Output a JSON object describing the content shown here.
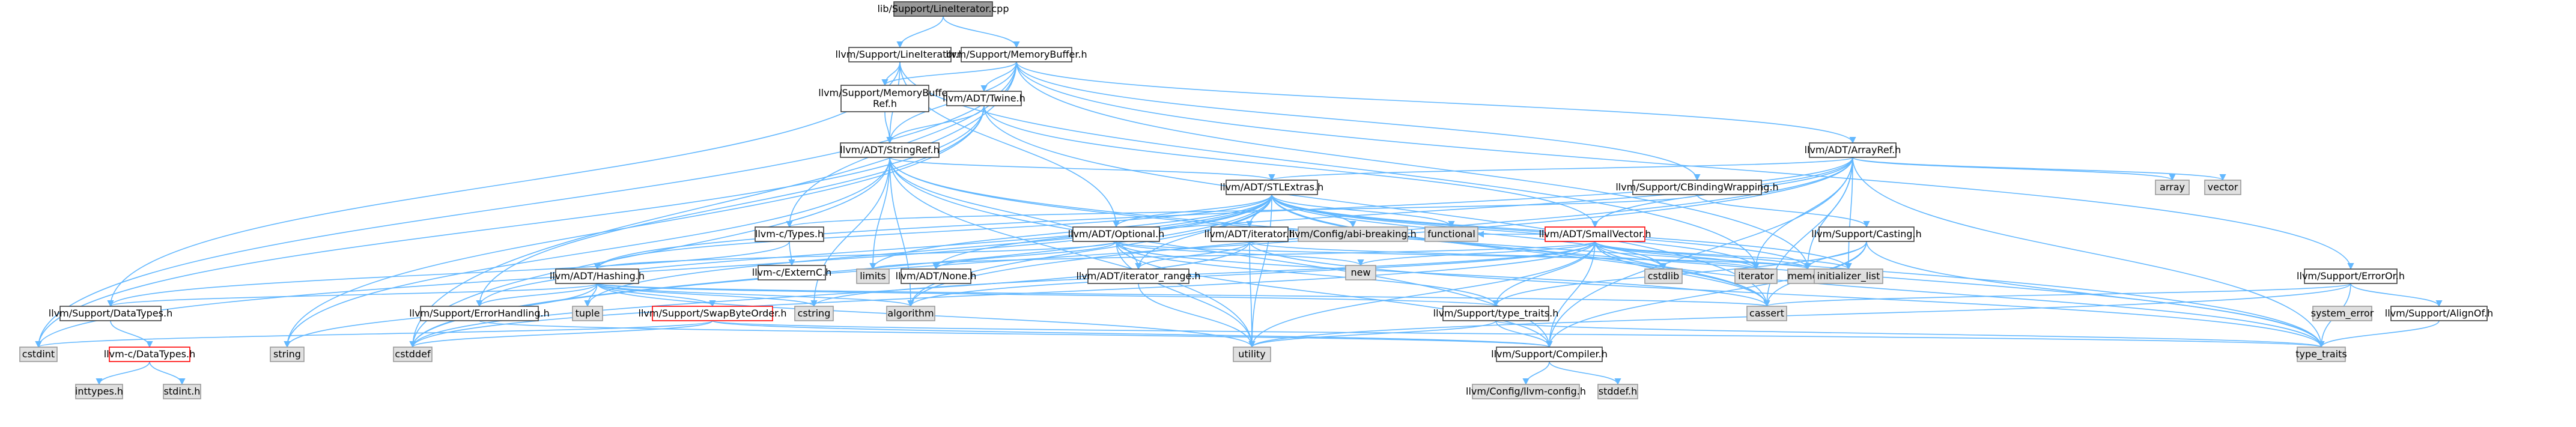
{
  "diagram": {
    "colors": {
      "edge": "#63b8ff",
      "arrowhead": "#63b8ff",
      "root_fill": "#999999",
      "default_fill": "#ffffff",
      "default_border": "#404040",
      "external_fill": "#e0e0e0",
      "external_border": "#999999",
      "error_fill": "#ffffff",
      "error_border": "#ff0000"
    },
    "nodes": [
      {
        "id": "root",
        "label": "lib/Support/LineIterator.cpp",
        "style": "root"
      },
      {
        "id": "lineiter",
        "label": "llvm/Support/LineIterator.h",
        "style": "default"
      },
      {
        "id": "membuf",
        "label": "llvm/Support/MemoryBuffer.h",
        "style": "default"
      },
      {
        "id": "membufref",
        "label": "llvm/Support/MemoryBuffer Ref.h",
        "style": "default"
      },
      {
        "id": "twine",
        "label": "llvm/ADT/Twine.h",
        "style": "default"
      },
      {
        "id": "stringref",
        "label": "llvm/ADT/StringRef.h",
        "style": "default"
      },
      {
        "id": "arrayref",
        "label": "llvm/ADT/ArrayRef.h",
        "style": "default"
      },
      {
        "id": "stlextras",
        "label": "llvm/ADT/STLExtras.h",
        "style": "default"
      },
      {
        "id": "cbinding",
        "label": "llvm/Support/CBindingWrapping.h",
        "style": "default"
      },
      {
        "id": "smallvec",
        "label": "llvm/ADT/SmallVector.h",
        "style": "error"
      },
      {
        "id": "ctypes",
        "label": "llvm-c/Types.h",
        "style": "default"
      },
      {
        "id": "optional",
        "label": "llvm/ADT/Optional.h",
        "style": "default"
      },
      {
        "id": "iteratorh",
        "label": "llvm/ADT/iterator.h",
        "style": "default"
      },
      {
        "id": "abibreak",
        "label": "llvm/Config/abi-breaking.h",
        "style": "external"
      },
      {
        "id": "functional",
        "label": "functional",
        "style": "external"
      },
      {
        "id": "casting",
        "label": "llvm/Support/Casting.h",
        "style": "default"
      },
      {
        "id": "externc",
        "label": "llvm-c/ExternC.h",
        "style": "default"
      },
      {
        "id": "hashing",
        "label": "llvm/ADT/Hashing.h",
        "style": "default"
      },
      {
        "id": "none",
        "label": "llvm/ADT/None.h",
        "style": "default"
      },
      {
        "id": "iterrange",
        "label": "llvm/ADT/iterator_range.h",
        "style": "default"
      },
      {
        "id": "new",
        "label": "new",
        "style": "external"
      },
      {
        "id": "cstdlib",
        "label": "cstdlib",
        "style": "external"
      },
      {
        "id": "iterator",
        "label": "iterator",
        "style": "external"
      },
      {
        "id": "memory",
        "label": "memory",
        "style": "external"
      },
      {
        "id": "initlist",
        "label": "initializer_list",
        "style": "external"
      },
      {
        "id": "limits",
        "label": "limits",
        "style": "external"
      },
      {
        "id": "array",
        "label": "array",
        "style": "external"
      },
      {
        "id": "vector",
        "label": "vector",
        "style": "external"
      },
      {
        "id": "erroror",
        "label": "llvm/Support/ErrorOr.h",
        "style": "default"
      },
      {
        "id": "systemerror",
        "label": "system_error",
        "style": "external"
      },
      {
        "id": "alignof",
        "label": "llvm/Support/AlignOf.h",
        "style": "default"
      },
      {
        "id": "datatypes",
        "label": "llvm/Support/DataTypes.h",
        "style": "default"
      },
      {
        "id": "errhandling",
        "label": "llvm/Support/ErrorHandling.h",
        "style": "default"
      },
      {
        "id": "tuple",
        "label": "tuple",
        "style": "external"
      },
      {
        "id": "swapbyte",
        "label": "llvm/Support/SwapByteOrder.h",
        "style": "error"
      },
      {
        "id": "cstring",
        "label": "cstring",
        "style": "external"
      },
      {
        "id": "algorithm",
        "label": "algorithm",
        "style": "external"
      },
      {
        "id": "typetraitsh",
        "label": "llvm/Support/type_traits.h",
        "style": "default"
      },
      {
        "id": "cassert",
        "label": "cassert",
        "style": "external"
      },
      {
        "id": "cdatatypes",
        "label": "llvm-c/DataTypes.h",
        "style": "error"
      },
      {
        "id": "cstdint",
        "label": "cstdint",
        "style": "external"
      },
      {
        "id": "string",
        "label": "string",
        "style": "external"
      },
      {
        "id": "cstddef",
        "label": "cstddef",
        "style": "external"
      },
      {
        "id": "utility",
        "label": "utility",
        "style": "external"
      },
      {
        "id": "compiler",
        "label": "llvm/Support/Compiler.h",
        "style": "default"
      },
      {
        "id": "type_traits",
        "label": "type_traits",
        "style": "external"
      },
      {
        "id": "inttypes",
        "label": "inttypes.h",
        "style": "external"
      },
      {
        "id": "stdinth",
        "label": "stdint.h",
        "style": "external"
      },
      {
        "id": "llvmconfig",
        "label": "llvm/Config/llvm-config.h",
        "style": "external"
      },
      {
        "id": "stddefh",
        "label": "stddef.h",
        "style": "external"
      }
    ],
    "edges": [
      [
        "root",
        "lineiter"
      ],
      [
        "root",
        "membuf"
      ],
      [
        "lineiter",
        "membufref"
      ],
      [
        "lineiter",
        "stringref"
      ],
      [
        "lineiter",
        "optional"
      ],
      [
        "lineiter",
        "iterator"
      ],
      [
        "lineiter",
        "datatypes"
      ],
      [
        "membuf",
        "membufref"
      ],
      [
        "membuf",
        "twine"
      ],
      [
        "membuf",
        "stringref"
      ],
      [
        "membuf",
        "arrayref"
      ],
      [
        "membuf",
        "cbinding"
      ],
      [
        "membuf",
        "ctypes"
      ],
      [
        "membuf",
        "erroror"
      ],
      [
        "membuf",
        "memory"
      ],
      [
        "membuf",
        "cstddef"
      ],
      [
        "membuf",
        "cstdint"
      ],
      [
        "membufref",
        "stringref"
      ],
      [
        "twine",
        "smallvec"
      ],
      [
        "twine",
        "stringref"
      ],
      [
        "twine",
        "errhandling"
      ],
      [
        "twine",
        "cassert"
      ],
      [
        "twine",
        "cstdint"
      ],
      [
        "twine",
        "string"
      ],
      [
        "stringref",
        "stlextras"
      ],
      [
        "stringref",
        "iterrange"
      ],
      [
        "stringref",
        "compiler"
      ],
      [
        "stringref",
        "algorithm"
      ],
      [
        "stringref",
        "cassert"
      ],
      [
        "stringref",
        "cstddef"
      ],
      [
        "stringref",
        "cstring"
      ],
      [
        "stringref",
        "limits"
      ],
      [
        "stringref",
        "string"
      ],
      [
        "stringref",
        "type_traits"
      ],
      [
        "stringref",
        "utility"
      ],
      [
        "arrayref",
        "hashing"
      ],
      [
        "arrayref",
        "none"
      ],
      [
        "arrayref",
        "smallvec"
      ],
      [
        "arrayref",
        "stlextras"
      ],
      [
        "arrayref",
        "compiler"
      ],
      [
        "arrayref",
        "algorithm"
      ],
      [
        "arrayref",
        "array"
      ],
      [
        "arrayref",
        "cassert"
      ],
      [
        "arrayref",
        "cstddef"
      ],
      [
        "arrayref",
        "initlist"
      ],
      [
        "arrayref",
        "iterator"
      ],
      [
        "arrayref",
        "memory"
      ],
      [
        "arrayref",
        "type_traits"
      ],
      [
        "arrayref",
        "vector"
      ],
      [
        "stlextras",
        "optional"
      ],
      [
        "stlextras",
        "iteratorh"
      ],
      [
        "stlextras",
        "iterrange"
      ],
      [
        "stlextras",
        "abibreak"
      ],
      [
        "stlextras",
        "errhandling"
      ],
      [
        "stlextras",
        "algorithm"
      ],
      [
        "stlextras",
        "cassert"
      ],
      [
        "stlextras",
        "cstddef"
      ],
      [
        "stlextras",
        "cstdint"
      ],
      [
        "stlextras",
        "cstdlib"
      ],
      [
        "stlextras",
        "functional"
      ],
      [
        "stlextras",
        "initlist"
      ],
      [
        "stlextras",
        "iterator"
      ],
      [
        "stlextras",
        "limits"
      ],
      [
        "stlextras",
        "memory"
      ],
      [
        "stlextras",
        "tuple"
      ],
      [
        "stlextras",
        "type_traits"
      ],
      [
        "stlextras",
        "utility"
      ],
      [
        "stlextras",
        "hashing"
      ],
      [
        "cbinding",
        "ctypes"
      ],
      [
        "cbinding",
        "casting"
      ],
      [
        "smallvec",
        "compiler"
      ],
      [
        "smallvec",
        "typetraitsh"
      ],
      [
        "smallvec",
        "algorithm"
      ],
      [
        "smallvec",
        "cassert"
      ],
      [
        "smallvec",
        "cstddef"
      ],
      [
        "smallvec",
        "cstdlib"
      ],
      [
        "smallvec",
        "cstring"
      ],
      [
        "smallvec",
        "functional"
      ],
      [
        "smallvec",
        "initlist"
      ],
      [
        "smallvec",
        "iterator"
      ],
      [
        "smallvec",
        "limits"
      ],
      [
        "smallvec",
        "memory"
      ],
      [
        "smallvec",
        "new"
      ],
      [
        "smallvec",
        "type_traits"
      ],
      [
        "smallvec",
        "utility"
      ],
      [
        "ctypes",
        "externc"
      ],
      [
        "ctypes",
        "datatypes"
      ],
      [
        "optional",
        "hashing"
      ],
      [
        "optional",
        "none"
      ],
      [
        "optional",
        "compiler"
      ],
      [
        "optional",
        "typetraitsh"
      ],
      [
        "optional",
        "cassert"
      ],
      [
        "optional",
        "memory"
      ],
      [
        "optional",
        "new"
      ],
      [
        "optional",
        "utility"
      ],
      [
        "iteratorh",
        "iterrange"
      ],
      [
        "iteratorh",
        "cstddef"
      ],
      [
        "iteratorh",
        "iterator"
      ],
      [
        "iteratorh",
        "type_traits"
      ],
      [
        "iteratorh",
        "utility"
      ],
      [
        "casting",
        "compiler"
      ],
      [
        "casting",
        "typetraitsh"
      ],
      [
        "casting",
        "cassert"
      ],
      [
        "casting",
        "memory"
      ],
      [
        "casting",
        "type_traits"
      ],
      [
        "hashing",
        "errhandling"
      ],
      [
        "hashing",
        "swapbyte"
      ],
      [
        "hashing",
        "typetraitsh"
      ],
      [
        "hashing",
        "algorithm"
      ],
      [
        "hashing",
        "cassert"
      ],
      [
        "hashing",
        "cstring"
      ],
      [
        "hashing",
        "string"
      ],
      [
        "hashing",
        "tuple"
      ],
      [
        "hashing",
        "utility"
      ],
      [
        "hashing",
        "datatypes"
      ],
      [
        "iterrange",
        "utility"
      ],
      [
        "erroror",
        "alignof"
      ],
      [
        "erroror",
        "cassert"
      ],
      [
        "erroror",
        "system_error"
      ],
      [
        "erroror",
        "type_traits"
      ],
      [
        "erroror",
        "utility"
      ],
      [
        "alignof",
        "type_traits"
      ],
      [
        "datatypes",
        "cdatatypes"
      ],
      [
        "errhandling",
        "compiler"
      ],
      [
        "swapbyte",
        "compiler"
      ],
      [
        "swapbyte",
        "type_traits"
      ],
      [
        "swapbyte",
        "cstddef"
      ],
      [
        "swapbyte",
        "cstdint"
      ],
      [
        "typetraitsh",
        "utility"
      ],
      [
        "typetraitsh",
        "type_traits"
      ],
      [
        "typetraitsh",
        "compiler"
      ],
      [
        "cdatatypes",
        "inttypes"
      ],
      [
        "cdatatypes",
        "stdinth"
      ],
      [
        "compiler",
        "llvmconfig"
      ],
      [
        "compiler",
        "stddefh"
      ]
    ]
  }
}
